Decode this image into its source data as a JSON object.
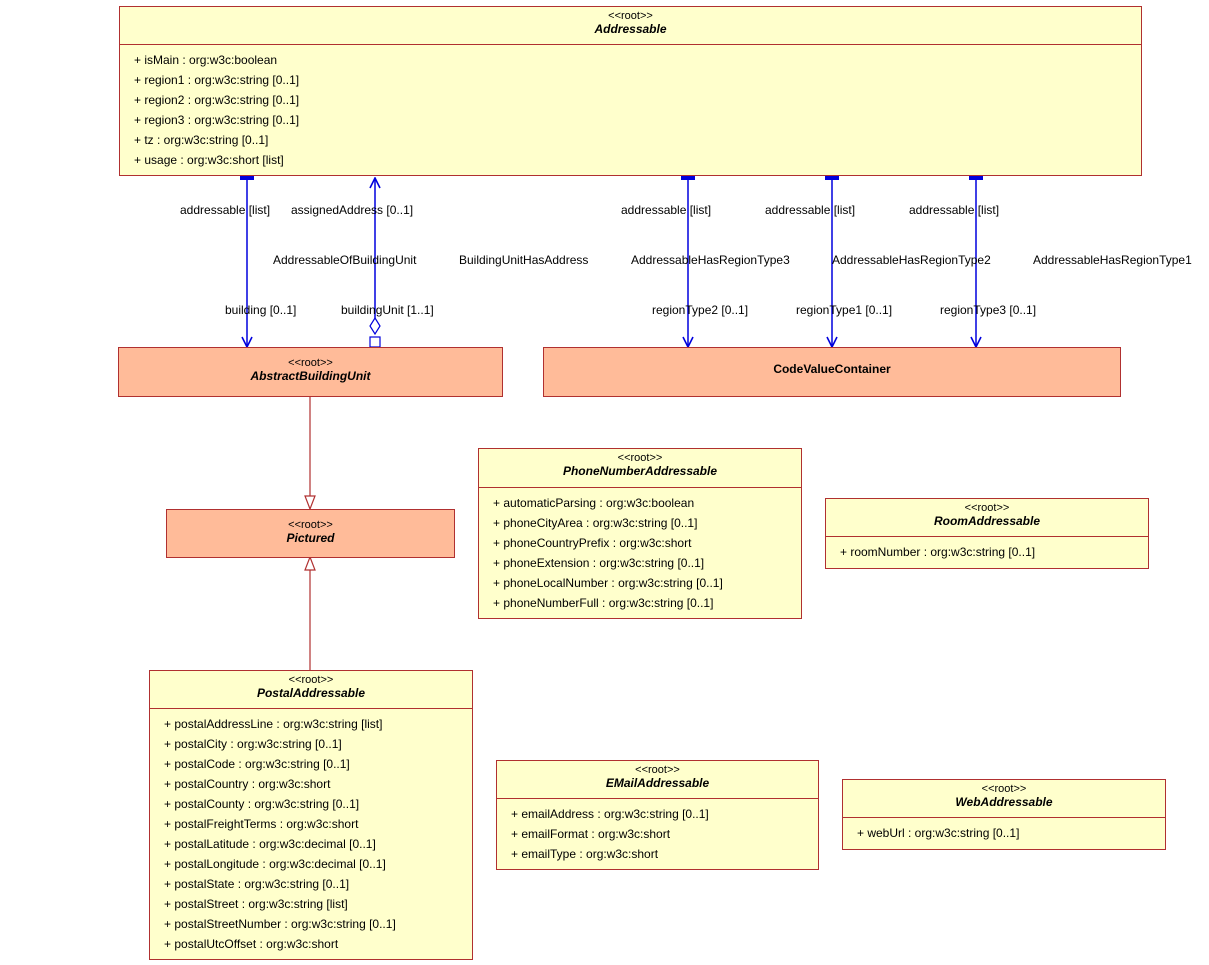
{
  "classes": {
    "addressable": {
      "stereotype": "<<root>>",
      "name": "Addressable",
      "attributes": [
        "+ isMain : org:w3c:boolean",
        "+ region1 : org:w3c:string [0..1]",
        "+ region2 : org:w3c:string [0..1]",
        "+ region3 : org:w3c:string [0..1]",
        "+ tz : org:w3c:string [0..1]",
        "+ usage : org:w3c:short [list]"
      ]
    },
    "abstract_building_unit": {
      "stereotype": "<<root>>",
      "name": "AbstractBuildingUnit"
    },
    "code_value_container": {
      "name": "CodeValueContainer"
    },
    "pictured": {
      "stereotype": "<<root>>",
      "name": "Pictured"
    },
    "phone": {
      "stereotype": "<<root>>",
      "name": "PhoneNumberAddressable",
      "attributes": [
        "+ automaticParsing : org:w3c:boolean",
        "+ phoneCityArea : org:w3c:string [0..1]",
        "+ phoneCountryPrefix : org:w3c:short",
        "+ phoneExtension : org:w3c:string [0..1]",
        "+ phoneLocalNumber : org:w3c:string [0..1]",
        "+ phoneNumberFull : org:w3c:string [0..1]"
      ]
    },
    "room": {
      "stereotype": "<<root>>",
      "name": "RoomAddressable",
      "attributes": [
        "+ roomNumber : org:w3c:string [0..1]"
      ]
    },
    "postal": {
      "stereotype": "<<root>>",
      "name": "PostalAddressable",
      "attributes": [
        "+ postalAddressLine : org:w3c:string [list]",
        "+ postalCity : org:w3c:string [0..1]",
        "+ postalCode : org:w3c:string [0..1]",
        "+ postalCountry : org:w3c:short",
        "+ postalCounty : org:w3c:string [0..1]",
        "+ postalFreightTerms : org:w3c:short",
        "+ postalLatitude : org:w3c:decimal [0..1]",
        "+ postalLongitude : org:w3c:decimal [0..1]",
        "+ postalState : org:w3c:string [0..1]",
        "+ postalStreet : org:w3c:string [list]",
        "+ postalStreetNumber : org:w3c:string [0..1]",
        "+ postalUtcOffset : org:w3c:short"
      ]
    },
    "email": {
      "stereotype": "<<root>>",
      "name": "EMailAddressable",
      "attributes": [
        "+ emailAddress : org:w3c:string [0..1]",
        "+ emailFormat : org:w3c:short",
        "+ emailType : org:w3c:short"
      ]
    },
    "web": {
      "stereotype": "<<root>>",
      "name": "WebAddressable",
      "attributes": [
        "+ webUrl : org:w3c:string [0..1]"
      ]
    }
  },
  "associations": {
    "building_unit_link": {
      "source_role": "addressable [list]",
      "name": "AddressableOfBuildingUnit",
      "target_role": "building [0..1]"
    },
    "address_link": {
      "source_role": "assignedAddress [0..1]",
      "name": "BuildingUnitHasAddress",
      "target_role": "buildingUnit [1..1]"
    },
    "region3_link": {
      "source_role": "addressable [list]",
      "name": "AddressableHasRegionType3",
      "target_role": "regionType2 [0..1]"
    },
    "region2_link": {
      "source_role": "addressable [list]",
      "name": "AddressableHasRegionType2",
      "target_role": "regionType1 [0..1]"
    },
    "region1_link": {
      "source_role": "addressable [list]",
      "name": "AddressableHasRegionType1",
      "target_role": "regionType3 [0..1]"
    }
  },
  "colors": {
    "class_fill": "#ffffcc",
    "root_fill": "#ffbb99",
    "border": "#b03030",
    "association": "#0000dd",
    "generalization": "#b03030"
  }
}
